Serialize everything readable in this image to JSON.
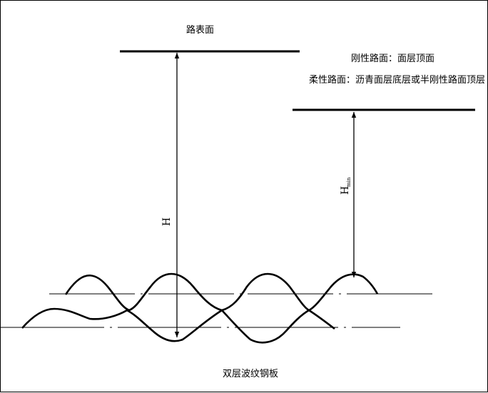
{
  "labels": {
    "road_surface": "路表面",
    "rigid_pavement": "刚性路面：面层顶面",
    "flexible_pavement": "柔性路面：沥青面层底层或半刚性路面顶层",
    "h_total": "H",
    "h_min_main": "H",
    "h_min_sub": "min",
    "plate": "双层波纹钢板"
  },
  "colors": {
    "line": "#000000",
    "background": "#ffffff"
  }
}
